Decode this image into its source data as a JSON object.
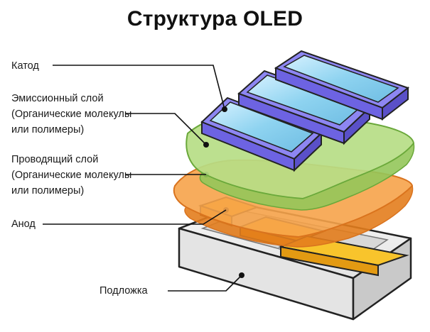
{
  "title": "Структура OLED",
  "labels": {
    "cathode": [
      "Катод"
    ],
    "emissive": [
      "Эмиссионный слой",
      "(Органические молекулы",
      "или полимеры)"
    ],
    "conductive": [
      "Проводящий слой",
      "(Органические молекулы",
      "или полимеры)"
    ],
    "anode": [
      "Анод"
    ],
    "substrate": [
      "Подложка"
    ]
  },
  "colors": {
    "cathode": "#8d86f2",
    "cathode_side": "#6d63e2",
    "emissive": "#b6dd86",
    "emissive_edge": "#6aa83a",
    "conductive": "#f6a34a",
    "conductive_edge": "#d9731e",
    "anode": "#f8c42c",
    "anode_side": "#e39a12",
    "substrate_top": "#eeeeee",
    "substrate_side": "#c9c9c9",
    "glass": "#8ed3f0"
  }
}
